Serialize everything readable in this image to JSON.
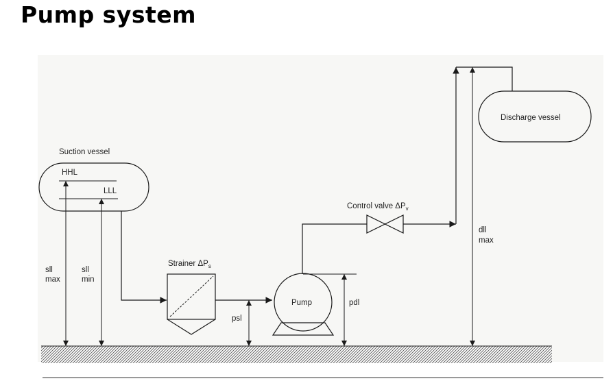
{
  "title": "Pump system",
  "labels": {
    "suction_vessel": "Suction vessel",
    "hhl": "HHL",
    "lll": "LLL",
    "discharge_vessel": "Discharge vessel",
    "strainer": "Strainer ΔP",
    "strainer_sub": "s",
    "control_valve": "Control valve ΔP",
    "control_valve_sub": "v",
    "pump": "Pump",
    "sll": "sll",
    "max": "max",
    "min": "min",
    "psl": "psl",
    "pdl": "pdl",
    "dll": "dll"
  },
  "colors": {
    "background_panel": "#f7f7f5",
    "line": "#1a1a1a",
    "text": "#222222"
  }
}
